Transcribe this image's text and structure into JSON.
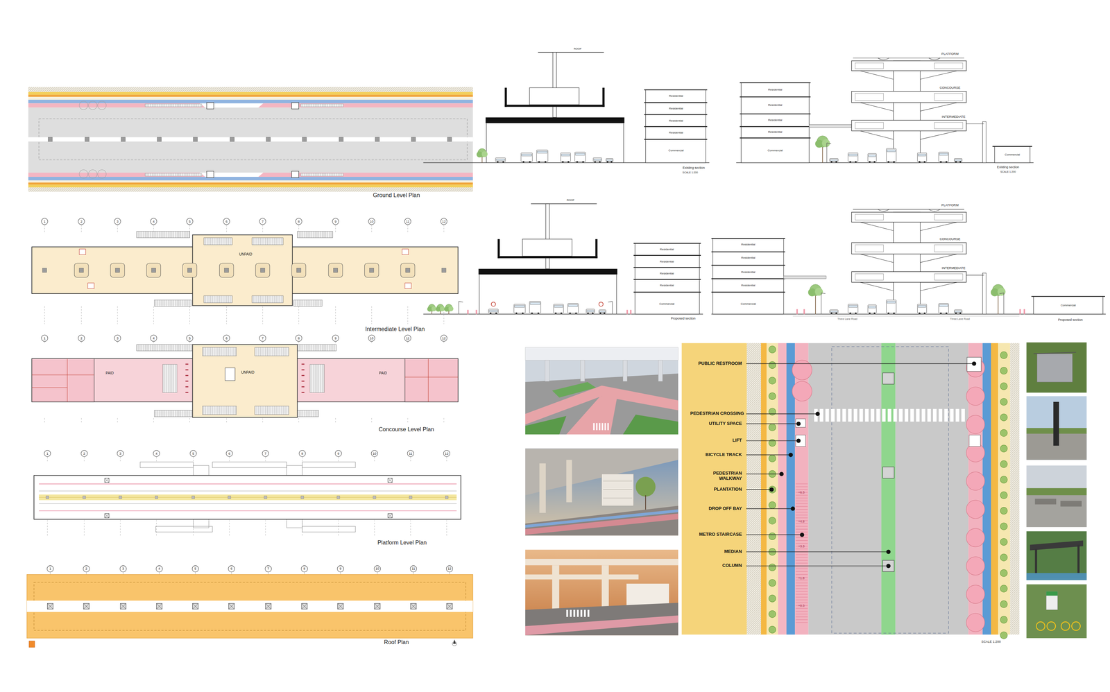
{
  "diagram": {
    "labels": [
      "Ground Level Plan",
      "Intermediate Level Plan",
      "Concourse Level Plan",
      "Platform Level Plan",
      "Roof Plan",
      "1",
      "2",
      "3",
      "4",
      "5",
      "6",
      "7",
      "8",
      "9",
      "10",
      "11",
      "12",
      "1",
      "2",
      "3",
      "4",
      "5",
      "6",
      "7",
      "8",
      "9",
      "10",
      "11",
      "12",
      "1",
      "2",
      "3",
      "4",
      "5",
      "6",
      "7",
      "8",
      "9",
      "10",
      "11",
      "12",
      "1",
      "2",
      "3",
      "4",
      "5",
      "6",
      "7",
      "8",
      "9",
      "10",
      "11",
      "12",
      "UNPAID",
      "UNPAID",
      "PAID",
      "PAID",
      "ROOF",
      "Residential",
      "Residential",
      "Residential",
      "Residential",
      "Commercial",
      "Existing section",
      "SCALE 1:200",
      "Residential",
      "Residential",
      "Residential",
      "Residential",
      "Commercial",
      "PLATFORM",
      "CONCOURSE",
      "INTERMEDIATE",
      "Commercial",
      "Existing section",
      "SCALE 1:200",
      "ROOF",
      "Residential",
      "Residential",
      "Residential",
      "Residential",
      "Commercial",
      "Proposed section",
      "Residential",
      "Residential",
      "Residential",
      "Residential",
      "Commercial",
      "PLATFORM",
      "CONCOURSE",
      "INTERMEDIATE",
      "Commercial",
      "Three Lane Road",
      "Three Lane Road",
      "Proposed section",
      "PUBLIC RESTROOM",
      "PEDESTRIAN CROSSING",
      "UTILITY SPACE",
      "LIFT",
      "BICYCLE TRACK",
      "PEDESTRIAN WALKWAY",
      "PLANTATION",
      "DROP OFF BAY",
      "METRO STAIRCASE",
      "MEDIAN",
      "COLUMN",
      "SCALE 1:200",
      "+6.3",
      "+4.8",
      "+3.3",
      "+1.8",
      "+0.3"
    ]
  }
}
